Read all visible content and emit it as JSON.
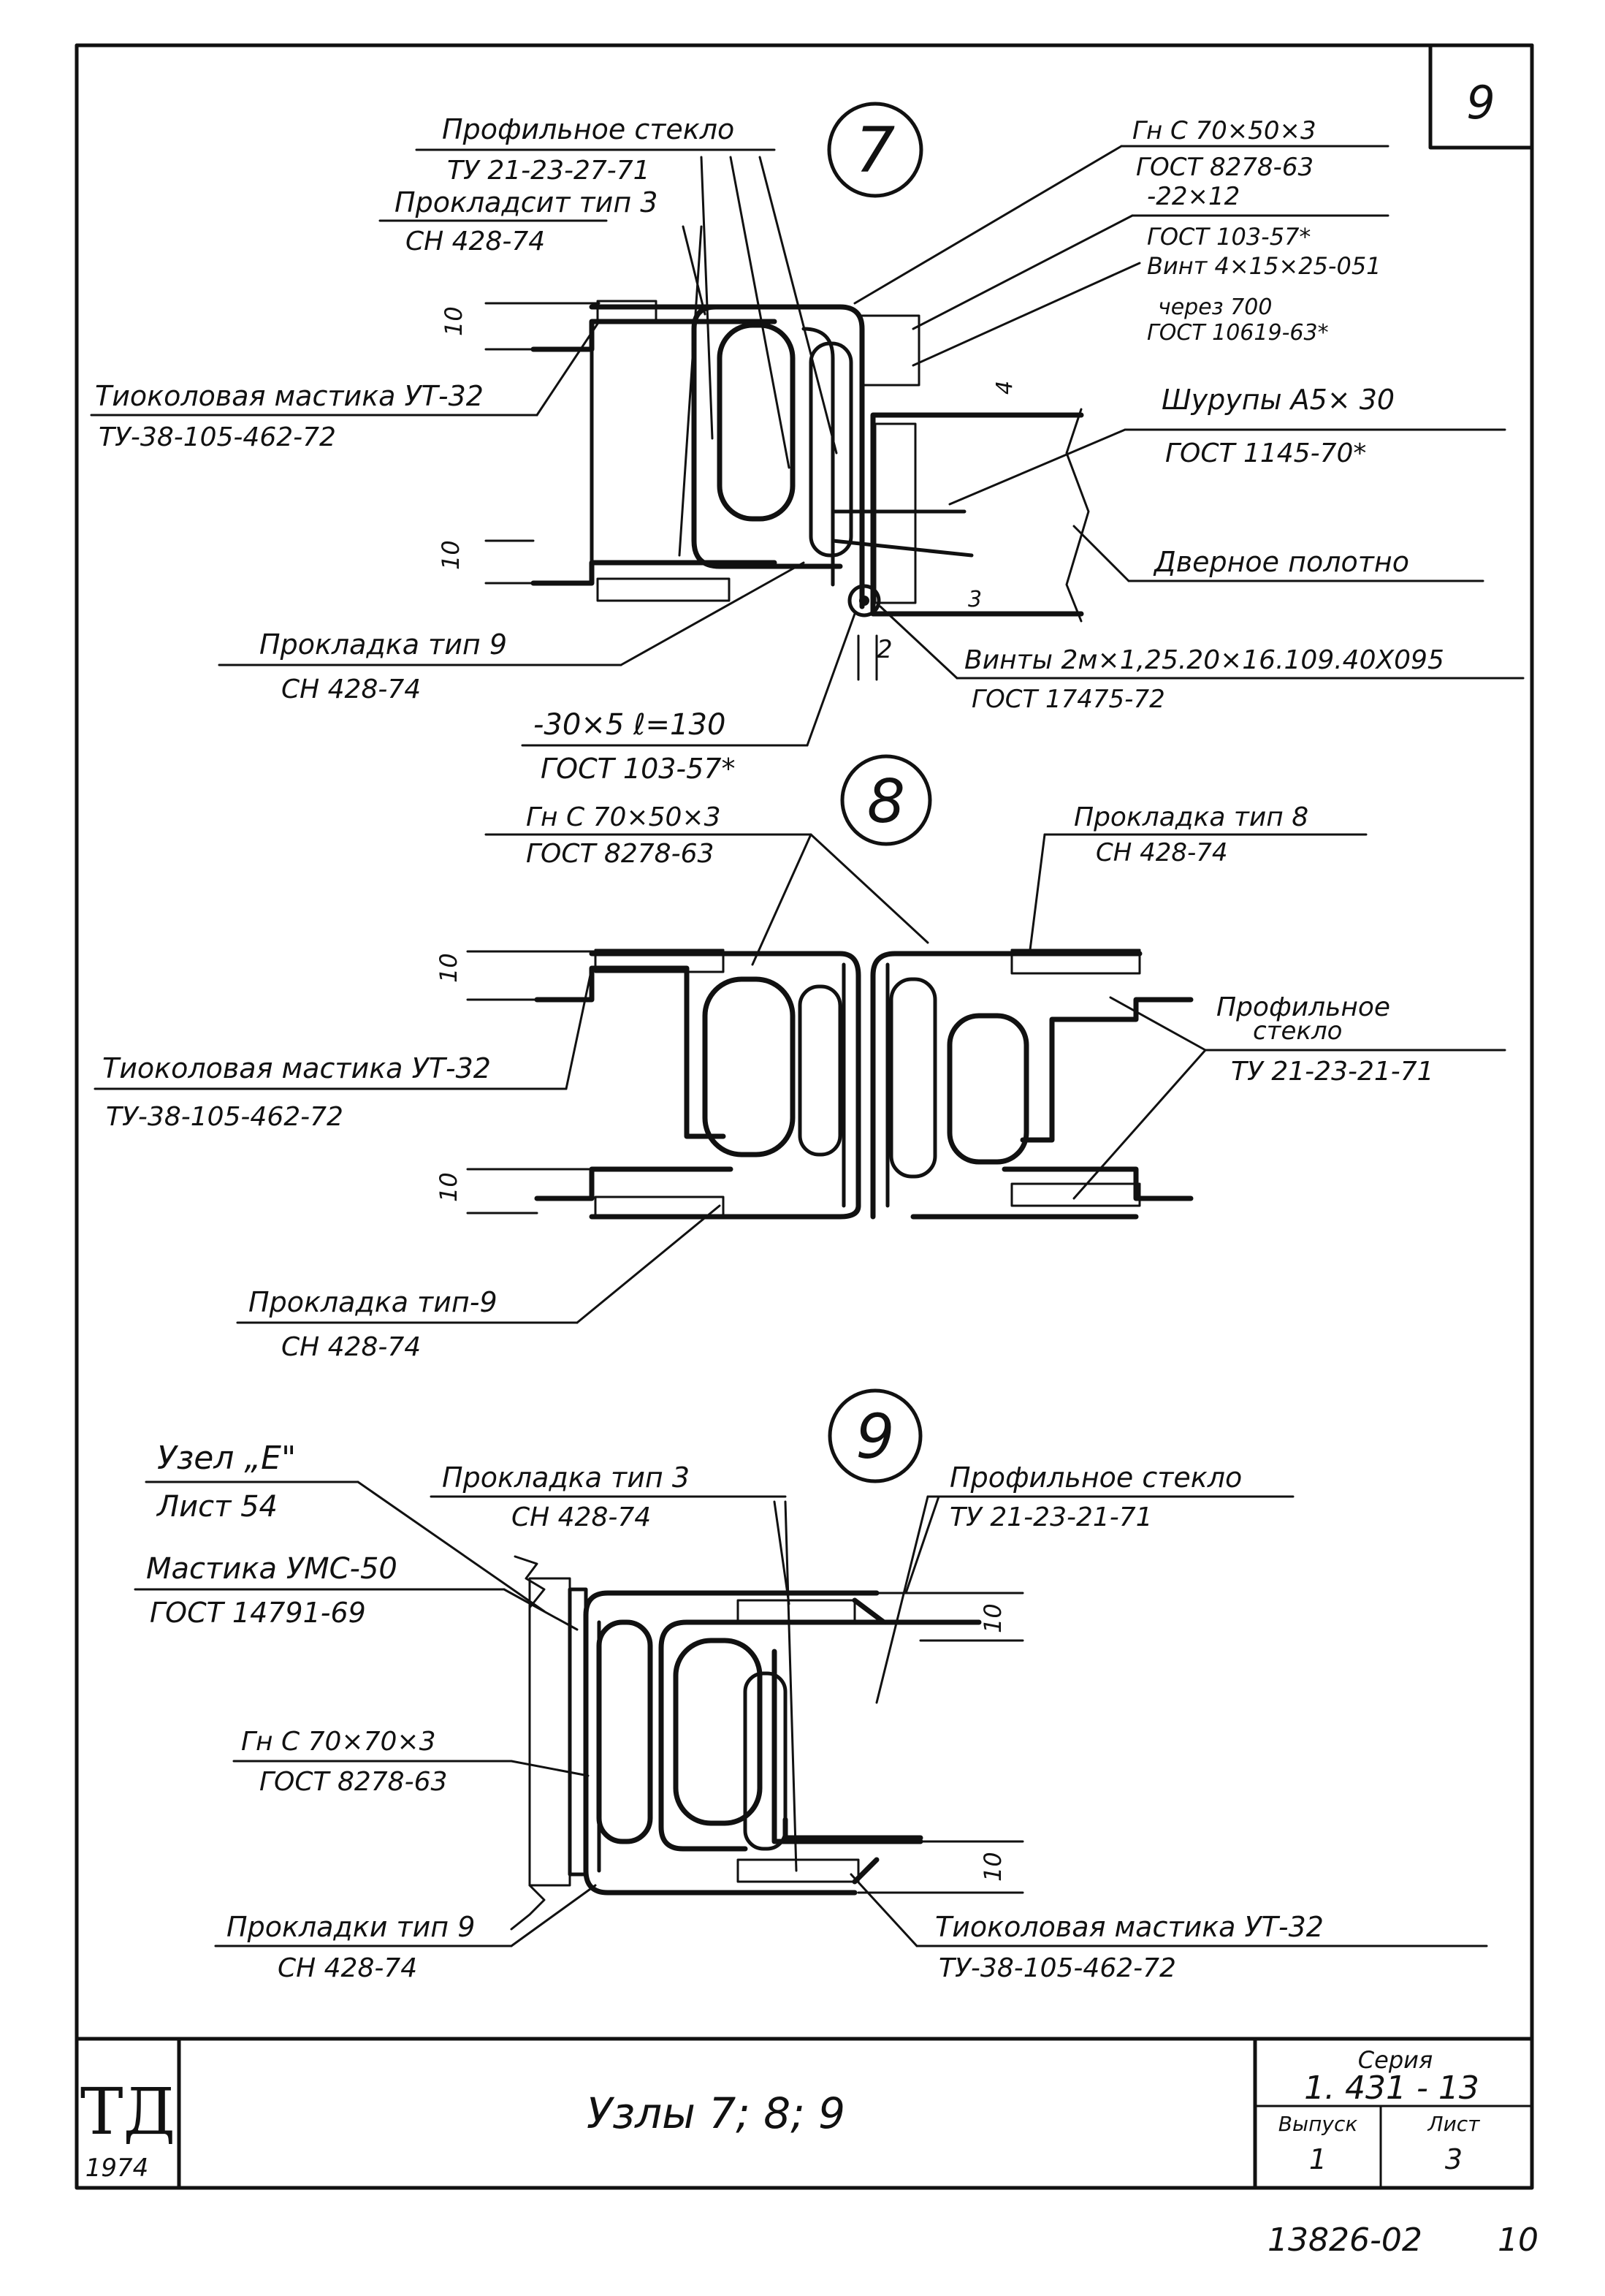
{
  "sheet_number": "9",
  "stamp": {
    "mark": "ТД",
    "year": "1974"
  },
  "title": "Узлы 7; 8; 9",
  "series_box": {
    "label": "Серия",
    "value": "1. 431 - 13",
    "issue_label": "Выпуск",
    "issue_value": "1",
    "sheet_label": "Лист",
    "sheet_value": "3"
  },
  "footer_code": "13826-02",
  "footer_page": "10",
  "node7": {
    "number": "7",
    "profile_glass": [
      "Профильное стекло",
      "ТУ 21-23-27-71"
    ],
    "gasket3": [
      "Прокладсит тип 3",
      "СН 428-74"
    ],
    "thiokol": [
      "Тиоколовая мастика УТ-32",
      "ТУ-38-105-462-72"
    ],
    "gasket9": [
      "Прокладка тип 9",
      "СН 428-74"
    ],
    "strip": [
      "-30×5 ℓ=130",
      "ГОСТ 103-57*"
    ],
    "channel": [
      "Гн С 70×50×3",
      "ГОСТ 8278-63",
      "-22×12",
      "ГОСТ 103-57*",
      "Винт 4×15×25-051",
      "через 700",
      "ГОСТ 10619-63*"
    ],
    "screws": [
      "Шурупы А5× 30",
      "ГОСТ 1145-70*"
    ],
    "door": "Дверное полотно",
    "bolts": [
      "Винты 2м×1,25.20×16.109.40Х095",
      "ГОСТ 17475-72"
    ],
    "dims": [
      "10",
      "10",
      "4",
      "3",
      "2"
    ]
  },
  "node8": {
    "number": "8",
    "channel": [
      "Гн С 70×50×3",
      "ГОСТ 8278-63"
    ],
    "gasket8": [
      "Прокладка тип 8",
      "СН 428-74"
    ],
    "profile_glass": [
      "Профильное",
      "стекло",
      "ТУ 21-23-21-71"
    ],
    "thiokol": [
      "Тиоколовая мастика УТ-32",
      "ТУ-38-105-462-72"
    ],
    "gasket9": [
      "Прокладка тип-9",
      "СН 428-74"
    ],
    "dims": [
      "10",
      "10"
    ]
  },
  "node9": {
    "number": "9",
    "node_ref": [
      "Узел „Е\"",
      "Лист 54"
    ],
    "gasket3": [
      "Прокладка тип 3",
      "СН 428-74"
    ],
    "profile_glass": [
      "Профильное стекло",
      "ТУ 21-23-21-71"
    ],
    "mastic": [
      "Мастика УМС-50",
      "ГОСТ 14791-69"
    ],
    "channel": [
      "Гн С 70×70×3",
      "ГОСТ 8278-63"
    ],
    "gasket9": [
      "Прокладки тип 9",
      "СН 428-74"
    ],
    "thiokol": [
      "Тиоколовая мастика УТ-32",
      "ТУ-38-105-462-72"
    ],
    "dims": [
      "10",
      "10"
    ]
  }
}
